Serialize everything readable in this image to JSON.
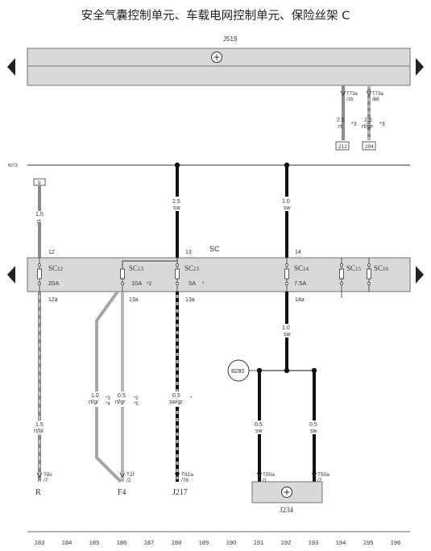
{
  "title": "安全气囊控制单元、车载电网控制单元、保险丝架 C",
  "components": {
    "j519": "J519",
    "j234": "J234",
    "j217": "J217",
    "f4": "F4",
    "r": "R",
    "b280": "B280",
    "sc": "SC",
    "b273": "B273",
    "ground_box": "9"
  },
  "connectors": {
    "t73a_16": "T73a",
    "t73a_16_pin": "/16",
    "t73a_68": "T73a",
    "t73a_68_pin": "/68",
    "t8c": "T8c",
    "t8c_pin": "/7",
    "t2f": "T2f",
    "t2f_pin": "/2",
    "t81a": "T81a",
    "t81a_pin": "/78",
    "t50a_1": "T50a",
    "t50a_1_pin": "/1",
    "t50a_2": "T50a",
    "t50a_2_pin": "/2"
  },
  "wires": {
    "w194_size": "2.5",
    "w194_color": "rt",
    "w194_note": "*3",
    "w194_box": "212",
    "w195_size": "2.5",
    "w195_color": "rt/ge",
    "w195_note": "*3",
    "w195_box": "204",
    "w183_top_size": "1.5",
    "w183_top_color": "rt",
    "w188_top_size": "2.5",
    "w188_top_color": "sw",
    "w192_top_size": "1.0",
    "w192_top_color": "sw",
    "w192_mid_size": "1.0",
    "w192_mid_color": "sw",
    "w185_size": "1.0",
    "w185_color": "rt/gr",
    "w185_note_a": "*3",
    "w185_note_b": "*4",
    "w186_size": "0.5",
    "w186_color": "rt/gr",
    "w186_note_a": "*2",
    "w186_note_b": "*5",
    "w188_low_size": "0.5",
    "w188_low_color": "sw/gr",
    "w188_low_note": "*",
    "w183_low_size": "1.5",
    "w183_low_color": "rt/bl",
    "w191_size": "0.5",
    "w191_color": "sw",
    "w193_size": "0.5",
    "w193_color": "sw"
  },
  "fuse_labels": {
    "in_12": "12",
    "in_13": "13",
    "in_14": "14",
    "sc12": "SC",
    "sc12_sub": "12",
    "sc13a": "SC",
    "sc13a_sub": "13",
    "sc13b": "SC",
    "sc13b_sub": "13",
    "sc14": "SC",
    "sc14_sub": "14",
    "sc15": "SC",
    "sc15_sub": "15",
    "sc16": "SC",
    "sc16_sub": "16",
    "amp_20": "20A",
    "amp_10": "10A",
    "amp_10_note": "*2",
    "amp_5": "5A",
    "amp_5_note": "*",
    "amp_75": "7.5A",
    "out_12a": "12a",
    "out_13a_1": "13a",
    "out_13a_2": "13a",
    "out_14a": "14a"
  },
  "scale": [
    "183",
    "184",
    "185",
    "186",
    "187",
    "188",
    "189",
    "190",
    "191",
    "192",
    "193",
    "194",
    "195",
    "196"
  ],
  "colors": {
    "panel": "#d9d9d9",
    "panel_border": "#555555",
    "wire_black": "#1a1a1a",
    "wire_red": "#8a8a8a",
    "wire_gray": "#b5b5b5"
  }
}
